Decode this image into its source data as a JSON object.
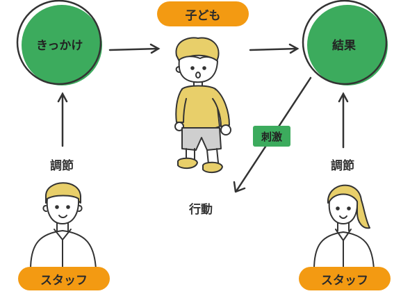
{
  "diagram": {
    "trigger_label": "きっかけ",
    "result_label": "結果",
    "child_label": "子ども",
    "behavior_label": "行動",
    "stimulus_label": "刺激",
    "adjust_left_label": "調節",
    "adjust_right_label": "調節",
    "staff_left_label": "スタッフ",
    "staff_right_label": "スタッフ"
  },
  "colors": {
    "accent_orange": "#f39a12",
    "accent_green": "#3cab5d",
    "child_yellow": "#e8cf6a",
    "child_gray": "#cfcfcf",
    "line": "#333333"
  }
}
